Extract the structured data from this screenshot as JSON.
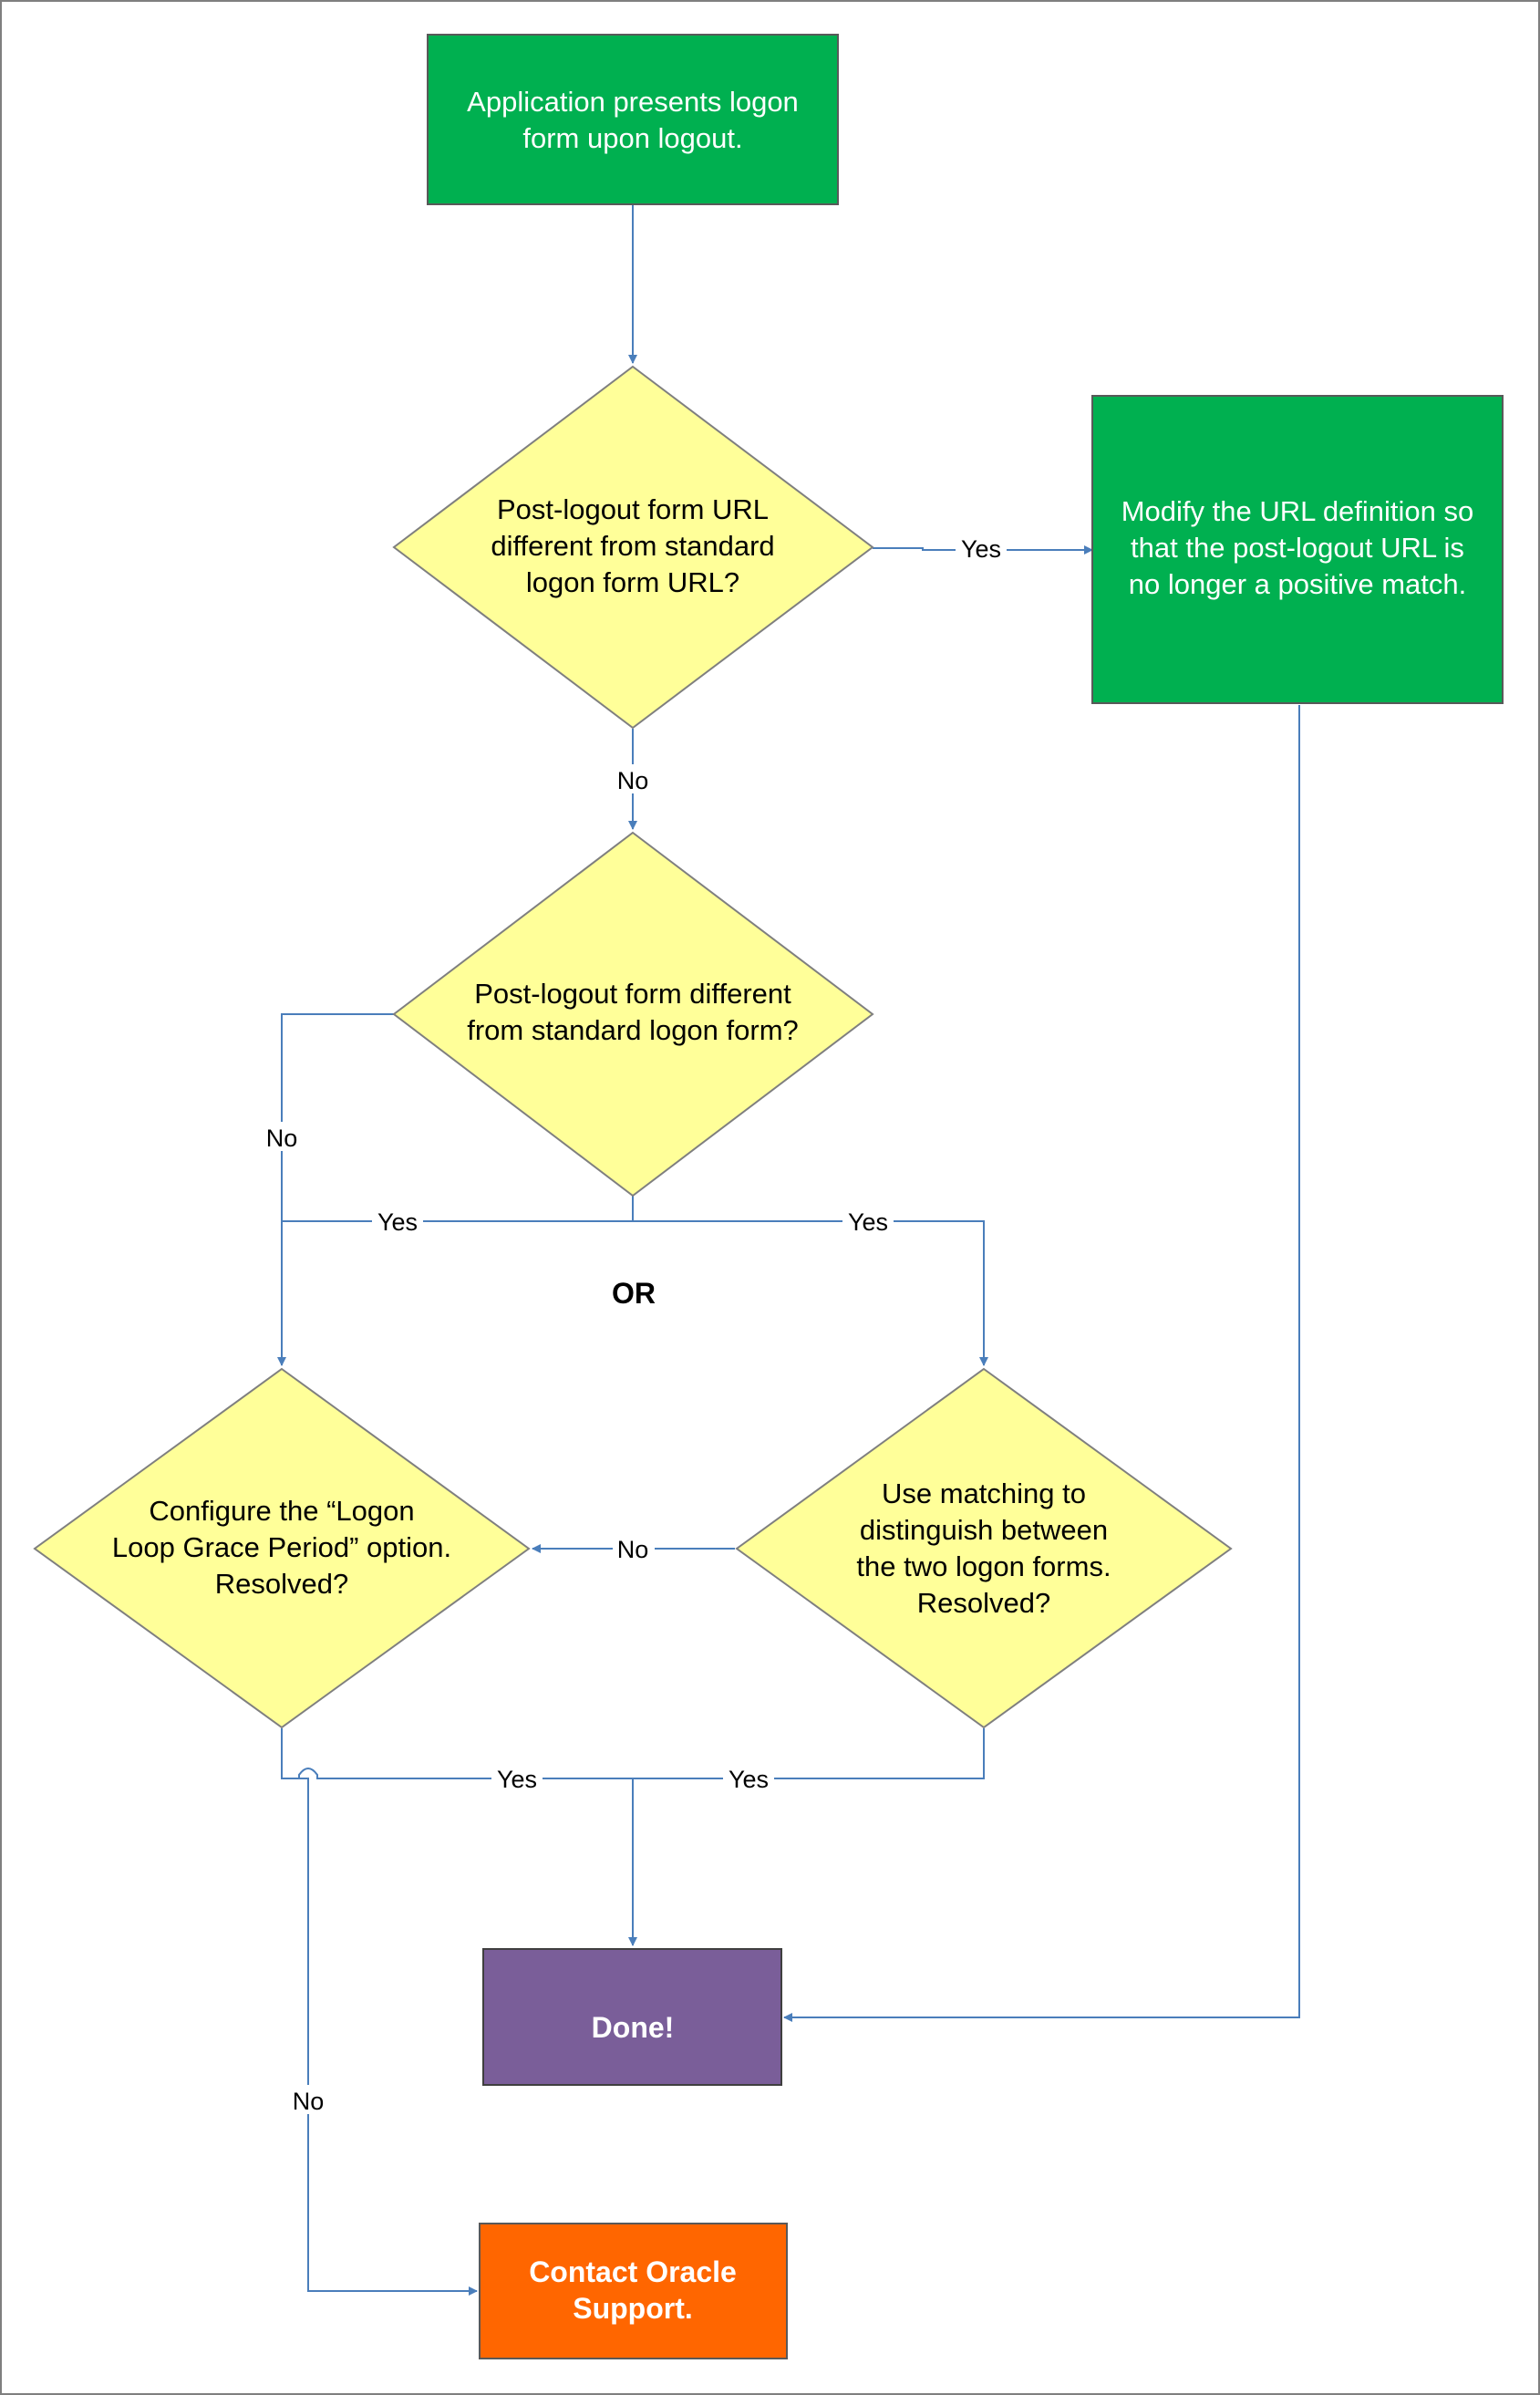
{
  "colors": {
    "green": "#00b050",
    "yellow": "#ffff99",
    "purple": "#7a5e99",
    "orange": "#ff6600",
    "line": "#4a7ebb",
    "border": "#595959",
    "white_text": "#ffffff",
    "dark_text": "#000000"
  },
  "nodes": {
    "start": {
      "lines": [
        "Application presents logon",
        "form upon logout."
      ]
    },
    "d_url": {
      "lines": [
        "Post-logout form URL",
        "different from standard",
        "logon form URL?"
      ]
    },
    "modify": {
      "lines": [
        "Modify the URL definition so",
        "that the post-logout URL is",
        "no longer a positive match."
      ]
    },
    "d_form": {
      "lines": [
        "Post-logout form different",
        "from standard logon form?"
      ]
    },
    "d_grace": {
      "lines": [
        "Configure the “Logon",
        "Loop Grace Period” option.",
        "Resolved?"
      ]
    },
    "d_match": {
      "lines": [
        "Use matching to",
        "distinguish between",
        "the two logon forms.",
        "Resolved?"
      ]
    },
    "done": {
      "lines": [
        "Done!"
      ]
    },
    "support": {
      "lines": [
        "Contact Oracle",
        "Support."
      ]
    }
  },
  "labels": {
    "yes_modify": "Yes",
    "no_url": "No",
    "no_form": "No",
    "yes_left": "Yes",
    "yes_right": "Yes",
    "or": "OR",
    "no_match": "No",
    "yes_grace": "Yes",
    "yes_match": "Yes",
    "no_support": "No"
  }
}
